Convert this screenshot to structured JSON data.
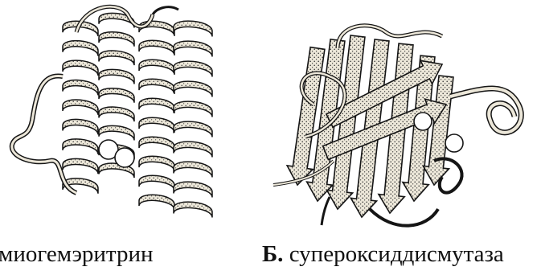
{
  "panel_a": {
    "caption": "миогемэритрин"
  },
  "panel_b": {
    "label": "Б.",
    "caption": "супероксиддисмутаза"
  },
  "colors": {
    "ribbon_fill": "#ece7d9",
    "stipple": "#3a3a3a",
    "outline": "#151515"
  }
}
